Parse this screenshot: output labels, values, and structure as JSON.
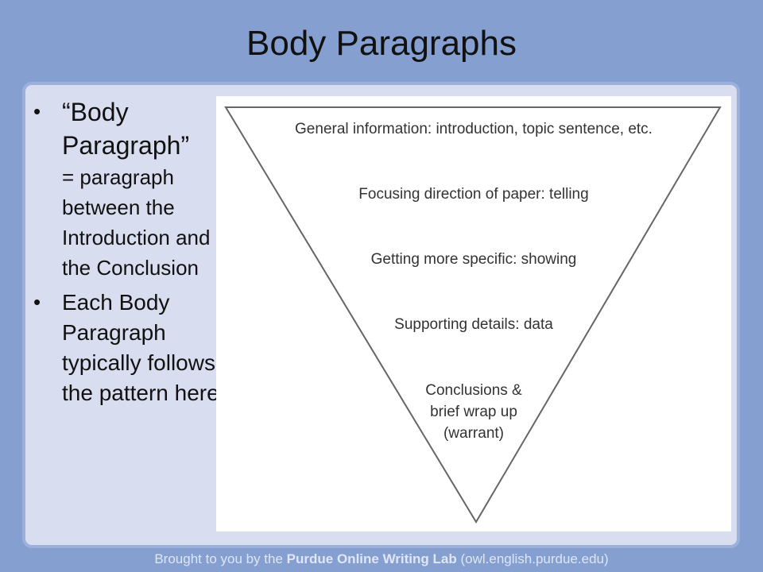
{
  "slide": {
    "title": "Body Paragraphs"
  },
  "bullets": [
    {
      "line_big": "“Body Paragraph”",
      "line_small": "= paragraph between the Introduction and the Conclusion"
    },
    {
      "text": "Each Body Paragraph typically follows the pattern here"
    }
  ],
  "pyramid": {
    "levels": [
      "General information: introduction, topic sentence, etc.",
      "Focusing direction of paper: telling",
      "Getting more specific: showing",
      "Supporting details: data",
      "Conclusions & brief wrap up (warrant)"
    ]
  },
  "footer": {
    "prefix": "Brought to you by the ",
    "brand": "Purdue Online Writing Lab",
    "suffix": " (owl.english.purdue.edu)"
  }
}
